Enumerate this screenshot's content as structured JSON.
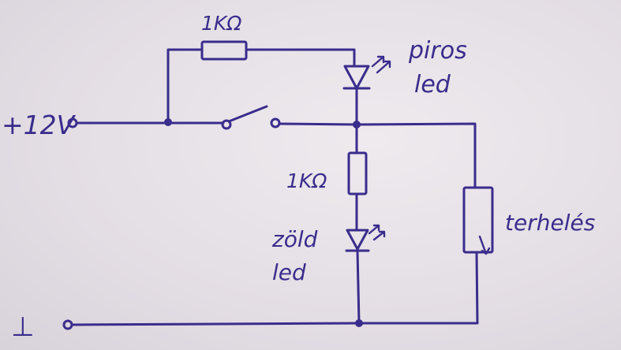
{
  "labels": {
    "resistor_top": "1KΩ",
    "led_red": [
      "piros",
      "led"
    ],
    "supply": "+12V",
    "resistor_mid": "1KΩ",
    "led_green": [
      "zöld",
      "led"
    ],
    "load": "terhelés",
    "ground": "⊥"
  },
  "colors": {
    "ink": "#3a2c8c",
    "paper": "#e6e1e6"
  }
}
